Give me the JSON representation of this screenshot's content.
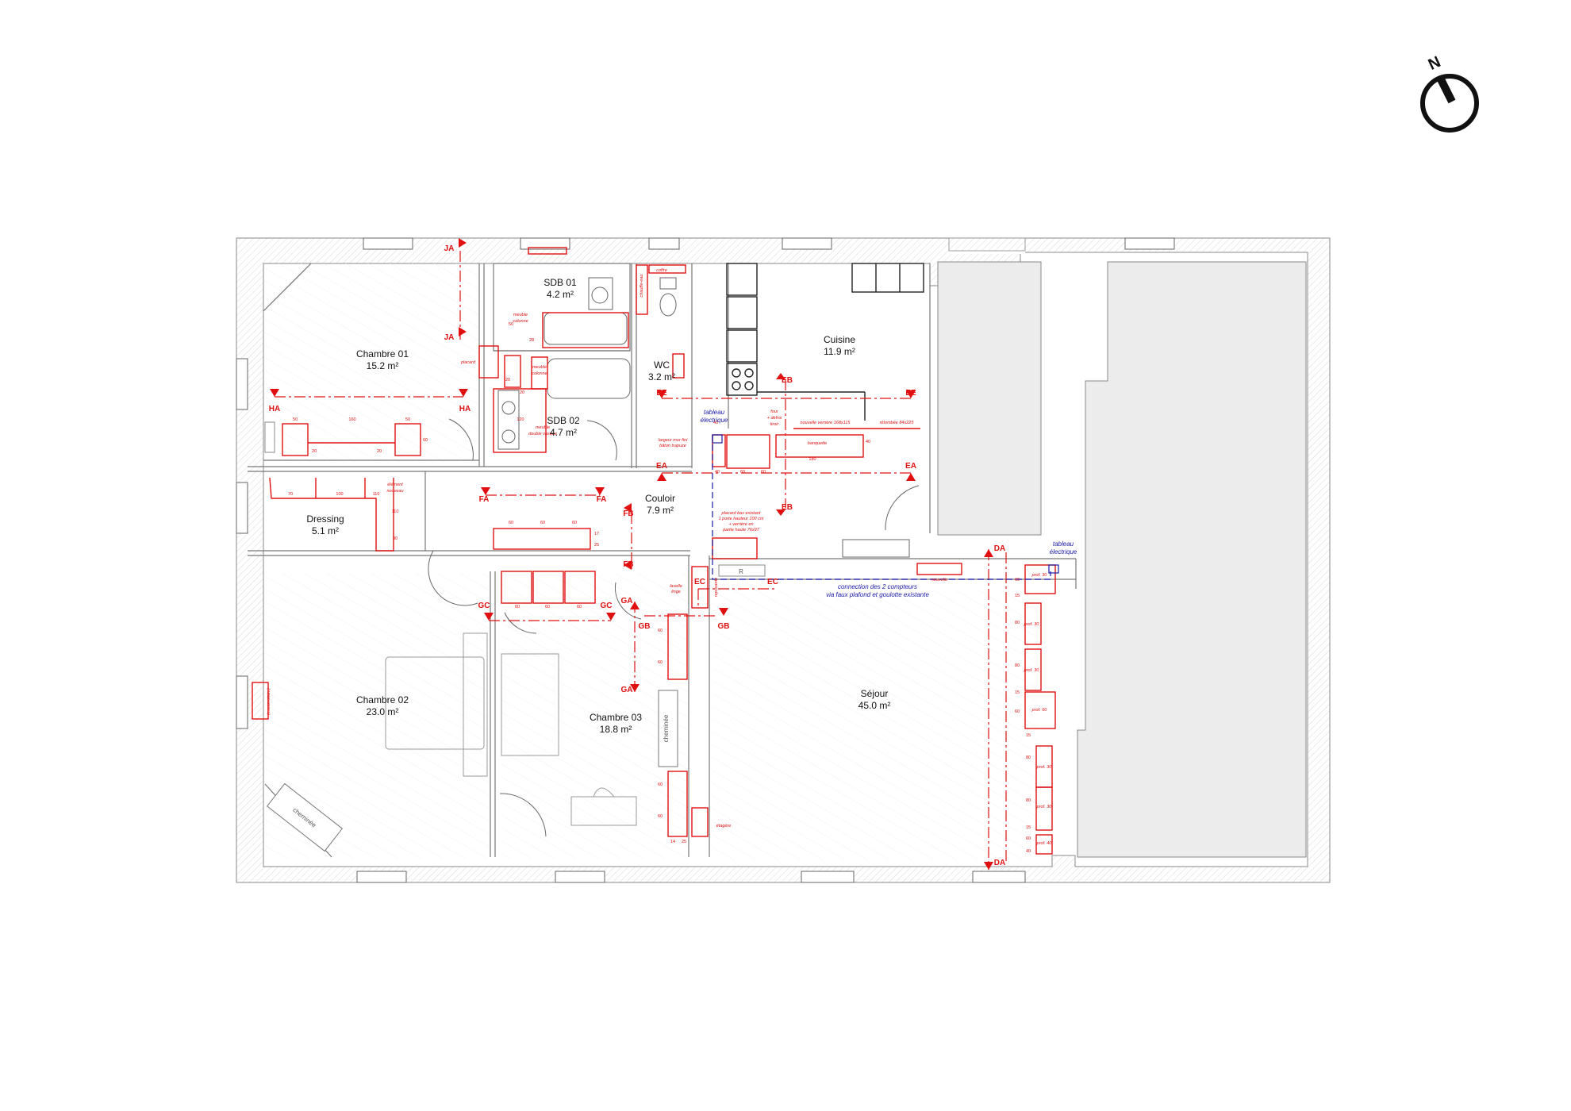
{
  "compass": {
    "label": "N"
  },
  "rooms": [
    {
      "id": "chambre-01",
      "name": "Chambre 01",
      "area": "15.2 m²"
    },
    {
      "id": "sdb-01",
      "name": "SDB 01",
      "area": "4.2 m²"
    },
    {
      "id": "sdb-02",
      "name": "SDB 02",
      "area": "4.7 m²"
    },
    {
      "id": "wc",
      "name": "WC",
      "area": "3.2 m²"
    },
    {
      "id": "cuisine",
      "name": "Cuisine",
      "area": "11.9 m²"
    },
    {
      "id": "dressing",
      "name": "Dressing",
      "area": "5.1 m²"
    },
    {
      "id": "couloir",
      "name": "Couloir",
      "area": "7.9 m²"
    },
    {
      "id": "chambre-02",
      "name": "Chambre 02",
      "area": "23.0 m²"
    },
    {
      "id": "chambre-03",
      "name": "Chambre 03",
      "area": "18.8 m²"
    },
    {
      "id": "sejour",
      "name": "Séjour",
      "area": "45.0 m²"
    }
  ],
  "section_labels": {
    "ja": "JA",
    "ha": "HA",
    "ee": "EE",
    "eb": "EB",
    "ea": "EA",
    "fa": "FA",
    "fb": "FB",
    "gc": "GC",
    "ga": "GA",
    "gb": "GB",
    "ec": "EC",
    "da": "DA"
  },
  "blue_notes": {
    "tableau_1a": "tableau",
    "tableau_1b": "électrique",
    "tableau_2a": "tableau",
    "tableau_2b": "électrique",
    "connection_a": "connection des 2 compteurs",
    "connection_b": "via faux plafond et goulotte existante"
  },
  "grey_labels": {
    "cheminee_1": "cheminée",
    "cheminee_2": "cheminée",
    "radiator": "R"
  },
  "red_notes": {
    "coffre": "coffre",
    "chauffe_eau": "chauffe-eau",
    "meuble_colonne_1a": "meuble",
    "meuble_colonne_1b": "colonne",
    "meuble_colonne_2a": "meuble",
    "meuble_colonne_2b": "colonne",
    "meuble_double_vasque_a": "meuble",
    "meuble_double_vasque_b": "double vasque",
    "placard": "placard",
    "element_nouveau_a": "élément",
    "element_nouveau_b": "nouveau",
    "largeur_a": "largeur mur fini",
    "largeur_b": "bâton trapuze",
    "four_a": "four",
    "four_b": "+ défroi",
    "four_c": "tiroir",
    "nouvelle_verriere": "nouvelle verrière 168x115",
    "retombee": "rétombée 84x225",
    "banquette": "banquette",
    "placard_bas_a": "placard bas existant",
    "placard_bas_b": "1 porte hauteur 100 cm",
    "placard_bas_c": "+ verrière en",
    "placard_bas_d": "partie haute 76x97",
    "lave_linge_a": "lavelle",
    "lave_linge_b": "linge",
    "retourner_a": "(escamotaire)",
    "etagere_a": "étagère",
    "reposante": "reposante",
    "nouvelle": "nouvelle",
    "prof_30": "prof. 30",
    "prof_60": "prof. 60",
    "prof_40": "prof. 40"
  },
  "dims": {
    "d50": "50",
    "d160": "160",
    "d20": "20",
    "d60": "60",
    "d70": "70",
    "d100": "100",
    "d110": "110",
    "d30": "30",
    "d17": "17",
    "d25": "25",
    "d40": "40",
    "d180": "180",
    "d15": "15",
    "d80": "80",
    "d14": "14",
    "d28": "28",
    "d120": "120"
  }
}
